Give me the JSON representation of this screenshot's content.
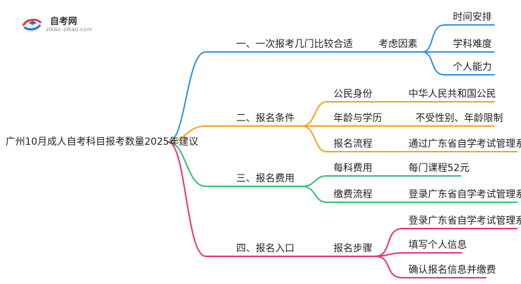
{
  "logo": {
    "title": "自考网",
    "subtitle": "zikao-zikao.com"
  },
  "root": {
    "label": "广州10月成人自考科目报考数量2025年建议"
  },
  "colors": {
    "blue": "#2f8fe6",
    "orange": "#f2a31b",
    "green": "#2fbf71",
    "pink": "#ea2f79"
  },
  "branches": [
    {
      "label": "一、一次报考几门比较合适",
      "children": [
        {
          "label": "考虑因素",
          "children": [
            "时间安排",
            "学科难度",
            "个人能力"
          ]
        }
      ]
    },
    {
      "label": "二、报名条件",
      "children": [
        {
          "label": "公民身份",
          "children": [
            "中华人民共和国公民"
          ]
        },
        {
          "label": "年龄与学历",
          "children": [
            "不受性别、年龄限制"
          ]
        },
        {
          "label": "报名流程",
          "children": [
            "通过广东省自学考试管理系统"
          ]
        }
      ]
    },
    {
      "label": "三、报名费用",
      "children": [
        {
          "label": "每科费用",
          "children": [
            "每门课程52元"
          ]
        },
        {
          "label": "缴费流程",
          "children": [
            "登录广东省自学考试管理系统"
          ]
        }
      ]
    },
    {
      "label": "四、报名入口",
      "children": [
        {
          "label": "报名步骤",
          "children": [
            "登录广东省自学考试管理系统",
            "填写个人信息",
            "确认报名信息并缴费"
          ]
        }
      ]
    }
  ]
}
